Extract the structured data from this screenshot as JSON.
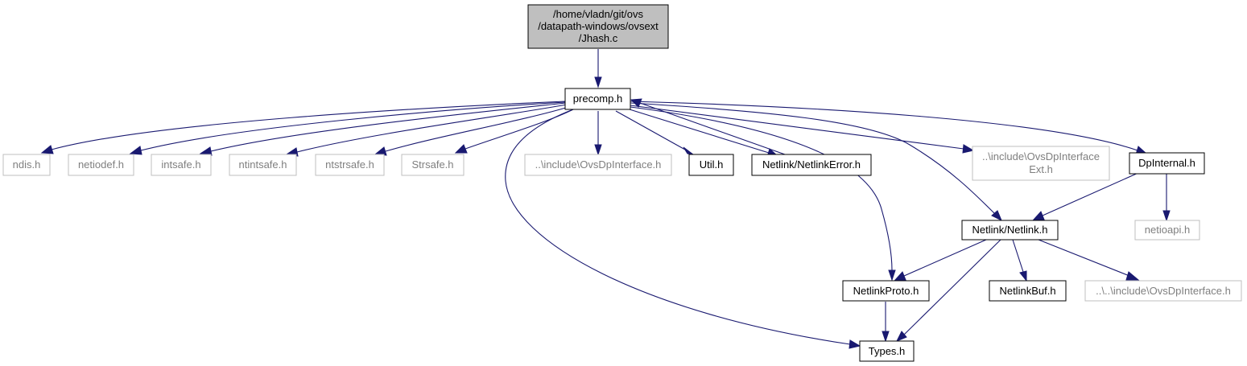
{
  "colors": {
    "edge": "#191970",
    "root_fill": "#bfbfbf",
    "linked_border": "#000000",
    "missing_border": "#bfbfbf",
    "missing_text": "#7f7f7f",
    "text": "#000000"
  },
  "nodes": {
    "root": {
      "lines": [
        "/home/vladn/git/ovs",
        "/datapath-windows/ovsext",
        "/Jhash.c"
      ]
    },
    "precomp": {
      "lines": [
        "precomp.h"
      ]
    },
    "ndis": {
      "lines": [
        "ndis.h"
      ]
    },
    "netiodef": {
      "lines": [
        "netiodef.h"
      ]
    },
    "intsafe": {
      "lines": [
        "intsafe.h"
      ]
    },
    "ntintsafe": {
      "lines": [
        "ntintsafe.h"
      ]
    },
    "ntstrsafe": {
      "lines": [
        "ntstrsafe.h"
      ]
    },
    "strsafe": {
      "lines": [
        "Strsafe.h"
      ]
    },
    "include_ovsdp": {
      "lines": [
        "..\\include\\OvsDpInterface.h"
      ]
    },
    "util": {
      "lines": [
        "Util.h"
      ]
    },
    "netlink_error": {
      "lines": [
        "Netlink/NetlinkError.h"
      ]
    },
    "include_ovsdp_ext": {
      "lines": [
        "..\\include\\OvsDpInterface",
        "Ext.h"
      ]
    },
    "dpinternal": {
      "lines": [
        "DpInternal.h"
      ]
    },
    "netlink": {
      "lines": [
        "Netlink/Netlink.h"
      ]
    },
    "netioapi": {
      "lines": [
        "netioapi.h"
      ]
    },
    "netlinkproto": {
      "lines": [
        "NetlinkProto.h"
      ]
    },
    "netlinkbuf": {
      "lines": [
        "NetlinkBuf.h"
      ]
    },
    "include_ovsdp2": {
      "lines": [
        "..\\..\\include\\OvsDpInterface.h"
      ]
    },
    "types": {
      "lines": [
        "Types.h"
      ]
    }
  }
}
